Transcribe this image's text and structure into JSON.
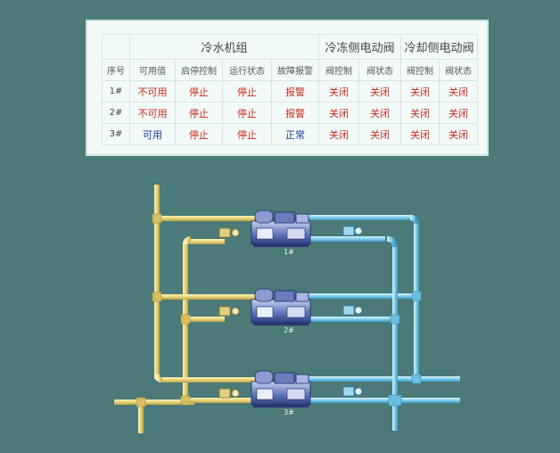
{
  "table": {
    "groups": [
      "冷水机组",
      "冷冻侧电动阀",
      "冷却侧电动阀"
    ],
    "columns": [
      "序号",
      "可用值",
      "启停控制",
      "运行状态",
      "故障报警",
      "阀控制",
      "阀状态",
      "阀控制",
      "阀状态"
    ],
    "rows": [
      [
        "1#",
        "不可用",
        "停止",
        "停止",
        "报警",
        "关闭",
        "关闭",
        "关闭",
        "关闭"
      ],
      [
        "2#",
        "不可用",
        "停止",
        "停止",
        "报警",
        "关闭",
        "关闭",
        "关闭",
        "关闭"
      ],
      [
        "3#",
        "可用",
        "停止",
        "停止",
        "正常",
        "关闭",
        "关闭",
        "关闭",
        "关闭"
      ]
    ]
  },
  "chillers": [
    "1#",
    "2#",
    "3#"
  ],
  "colors": {
    "background": "#4b7a78",
    "panel": "#f3fbf9",
    "alarm_text": "#c82a1a",
    "normal_text": "#1a3ea0",
    "pipe_yellow": "#e8d27a",
    "pipe_blue": "#7fd0ee"
  },
  "icons": [
    "chiller-unit-icon",
    "valve-icon",
    "pipe-elbow-icon"
  ]
}
